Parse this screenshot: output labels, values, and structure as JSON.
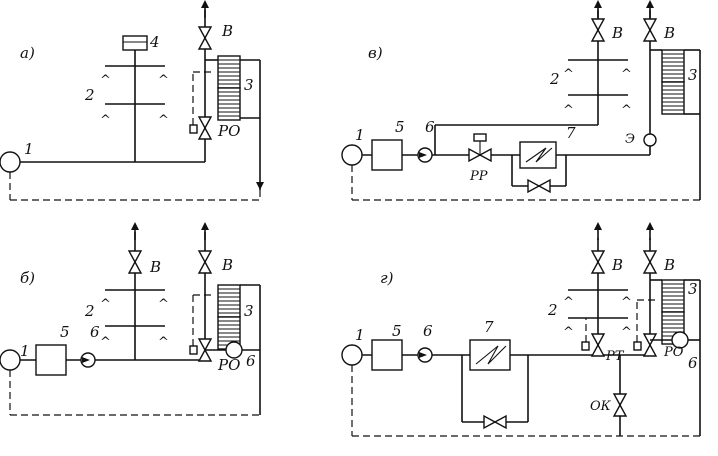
{
  "panels": {
    "a": {
      "label": "а)"
    },
    "b": {
      "label": "б)"
    },
    "v": {
      "label": "в)"
    },
    "g": {
      "label": "г)"
    }
  },
  "numbers": {
    "n1": "1",
    "n2": "2",
    "n3": "3",
    "n4": "4",
    "n5": "5",
    "n6": "6",
    "n7": "7"
  },
  "codes": {
    "V": "В",
    "RO": "РО",
    "RR": "РР",
    "RT": "РТ",
    "OK": "ОК",
    "E": "Э"
  },
  "glyphs": {
    "spray": "^"
  }
}
